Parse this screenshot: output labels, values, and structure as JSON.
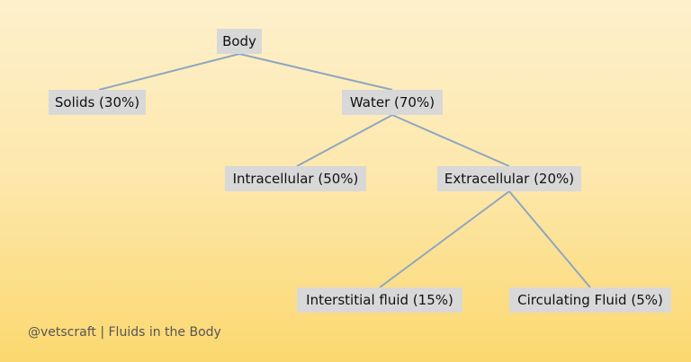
{
  "diagram": {
    "nodes": {
      "body": "Body",
      "solids": "Solids (30%)",
      "water": "Water (70%)",
      "intracellular": "Intracellular (50%)",
      "extracellular": "Extracellular (20%)",
      "interstitial": "Interstitial fluid (15%)",
      "circulating": "Circulating Fluid (5%)"
    },
    "edges": [
      [
        "body",
        "solids"
      ],
      [
        "body",
        "water"
      ],
      [
        "water",
        "intracellular"
      ],
      [
        "water",
        "extracellular"
      ],
      [
        "extracellular",
        "interstitial"
      ],
      [
        "extracellular",
        "circulating"
      ]
    ],
    "colors": {
      "node_fill": "#d8d8d8",
      "edge": "#8ea7c0",
      "background_top": "#fdf0cc",
      "background_bottom": "#fbd86f"
    }
  },
  "footer": {
    "caption": "@vetscraft | Fluids in the Body"
  }
}
